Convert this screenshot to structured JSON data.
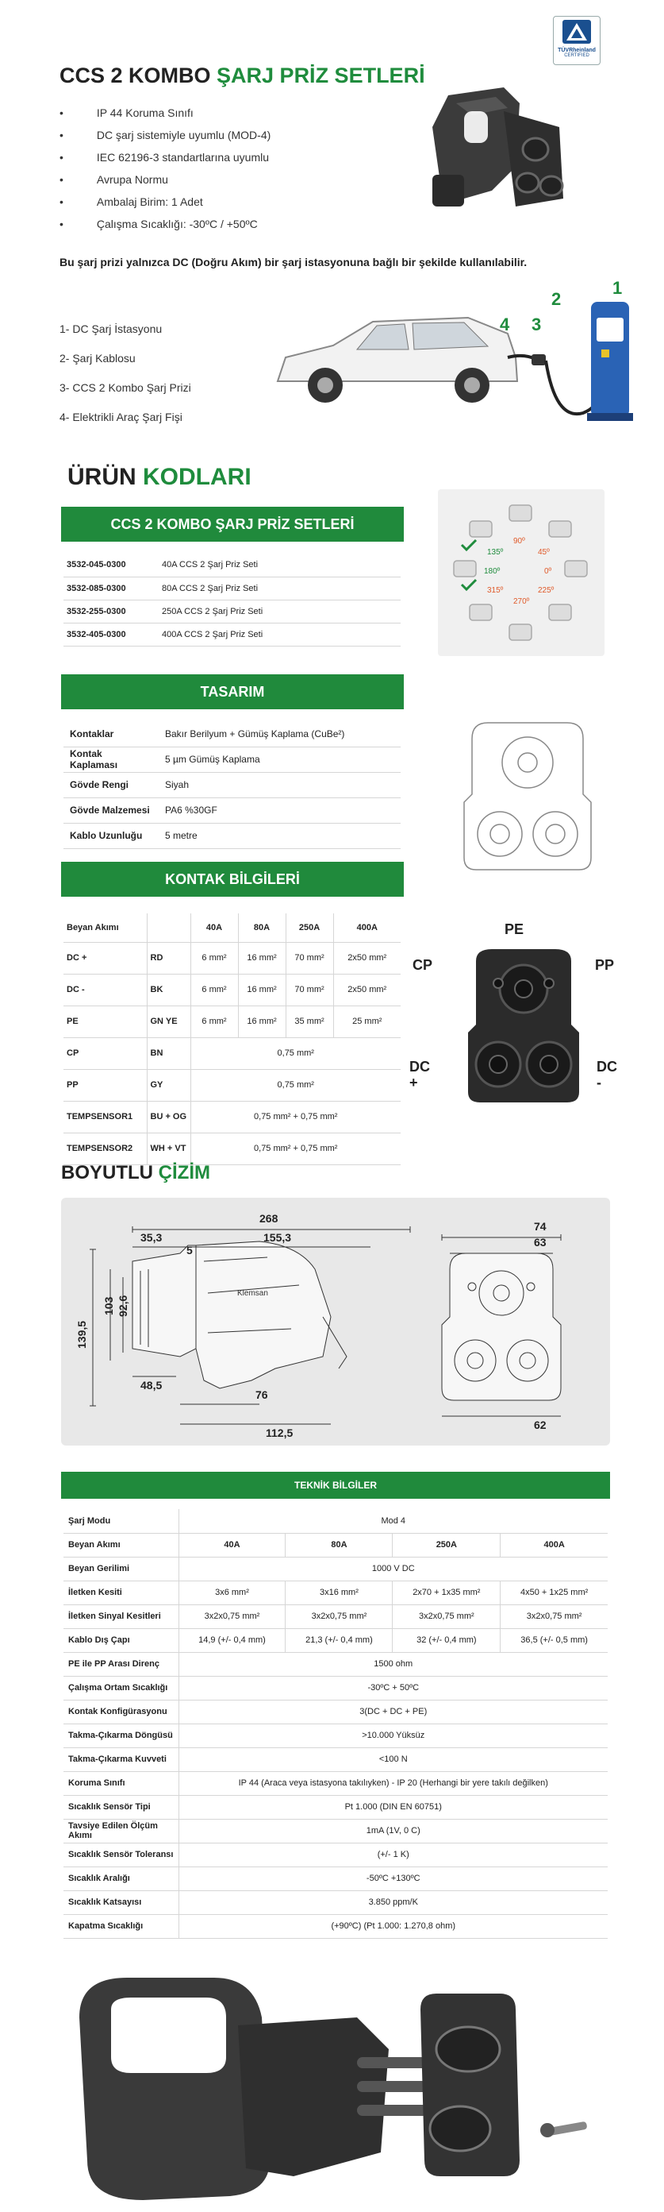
{
  "header": {
    "title_part1": "CCS 2 KOMBO ",
    "title_part2": "ŞARJ PRİZ SETLERİ",
    "cert_text": "TÜVRheinland",
    "cert_sub": "CERTIFIED"
  },
  "features": [
    "IP 44 Koruma Sınıfı",
    "DC şarj sistemiyle uyumlu (MOD-4)",
    "IEC 62196-3 standartlarına uyumlu",
    "Avrupa Normu",
    "Ambalaj Birim: 1 Adet",
    "Çalışma Sıcaklığı: -30ºC / +50ºC"
  ],
  "usage_note": "Bu şarj prizi yalnızca DC (Doğru Akım) bir şarj istasyonuna bağlı bir şekilde kullanılabilir.",
  "diagram": {
    "items": [
      "1- DC Şarj İstasyonu",
      "2- Şarj Kablosu",
      "3- CCS 2 Kombo Şarj Prizi",
      "4- Elektrikli Araç Şarj Fişi"
    ],
    "numbers": [
      "1",
      "2",
      "3",
      "4"
    ]
  },
  "codes": {
    "heading_part1": "ÜRÜN ",
    "heading_part2": "KODLARI",
    "bar": "CCS 2 KOMBO ŞARJ PRİZ SETLERİ",
    "rows": [
      {
        "code": "3532-045-0300",
        "desc": "40A CCS 2 Şarj Priz Seti"
      },
      {
        "code": "3532-085-0300",
        "desc": "80A CCS 2 Şarj Priz Seti"
      },
      {
        "code": "3532-255-0300",
        "desc": "250A CCS 2 Şarj Priz Seti"
      },
      {
        "code": "3532-405-0300",
        "desc": "400A CCS 2 Şarj Priz Seti"
      }
    ],
    "angles": [
      "90º",
      "135º",
      "45º",
      "180º",
      "0º",
      "315º",
      "225º",
      "270º"
    ]
  },
  "design": {
    "bar": "TASARIM",
    "rows": [
      {
        "k": "Kontaklar",
        "v": "Bakır Berilyum + Gümüş Kaplama (CuBe²)"
      },
      {
        "k": "Kontak Kaplaması",
        "v": "5 µm Gümüş Kaplama"
      },
      {
        "k": "Gövde Rengi",
        "v": "Siyah"
      },
      {
        "k": "Gövde Malzemesi",
        "v": "PA6 %30GF"
      },
      {
        "k": "Kablo Uzunluğu",
        "v": "5 metre"
      }
    ]
  },
  "contacts": {
    "bar": "KONTAK BİLGİLERİ",
    "header": [
      "Beyan Akımı",
      "",
      "40A",
      "80A",
      "250A",
      "400A"
    ],
    "rows4": [
      [
        "DC +",
        "RD",
        "6 mm²",
        "16 mm²",
        "70 mm²",
        "2x50 mm²"
      ],
      [
        "DC -",
        "BK",
        "6 mm²",
        "16 mm²",
        "70 mm²",
        "2x50 mm²"
      ],
      [
        "PE",
        "GN YE",
        "6 mm²",
        "16 mm²",
        "35 mm²",
        "25 mm²"
      ]
    ],
    "rows1": [
      [
        "CP",
        "BN",
        "0,75 mm²"
      ],
      [
        "PP",
        "GY",
        "0,75 mm²"
      ],
      [
        "TEMPSENSOR1",
        "BU + OG",
        "0,75 mm² + 0,75 mm²"
      ],
      [
        "TEMPSENSOR2",
        "WH + VT",
        "0,75 mm² + 0,75 mm²"
      ]
    ],
    "labels": {
      "pe": "PE",
      "cp": "CP",
      "pp": "PP",
      "dcl": "DC",
      "dcl_sign": "+",
      "dcr": "DC",
      "dcr_sign": "-"
    }
  },
  "drawing": {
    "heading_part1": "BOYUTLU ",
    "heading_part2": "ÇİZİM",
    "dims": {
      "d268": "268",
      "d353": "35,3",
      "d1553": "155,3",
      "d5": "5",
      "d103": "103",
      "d926": "92,6",
      "d1395": "139,5",
      "d485": "48,5",
      "d76": "76",
      "d1125": "112,5",
      "d74": "74",
      "d63": "63",
      "d62": "62"
    },
    "brand": "Klemsan"
  },
  "tech": {
    "bar": "TEKNİK BİLGİLER",
    "rows": [
      [
        "Şarj Modu",
        "Mod 4"
      ],
      [
        "Beyan Akımı",
        "40A",
        "80A",
        "250A",
        "400A"
      ],
      [
        "Beyan Gerilimi",
        "1000 V DC"
      ],
      [
        "İletken Kesiti",
        "3x6 mm²",
        "3x16 mm²",
        "2x70 + 1x35 mm²",
        "4x50 + 1x25 mm²"
      ],
      [
        "İletken Sinyal Kesitleri",
        "3x2x0,75 mm²",
        "3x2x0,75 mm²",
        "3x2x0,75 mm²",
        "3x2x0,75 mm²"
      ],
      [
        "Kablo Dış Çapı",
        "14,9 (+/- 0,4 mm)",
        "21,3 (+/- 0,4 mm)",
        "32 (+/- 0,4 mm)",
        "36,5 (+/- 0,5 mm)"
      ],
      [
        "PE ile PP Arası Direnç",
        "1500 ohm"
      ],
      [
        "Çalışma Ortam Sıcaklığı",
        "-30ºC + 50ºC"
      ],
      [
        "Kontak Konfigürasyonu",
        "3(DC + DC + PE)"
      ],
      [
        "Takma-Çıkarma Döngüsü",
        ">10.000 Yüksüz"
      ],
      [
        "Takma-Çıkarma Kuvveti",
        "<100 N"
      ],
      [
        "Koruma Sınıfı",
        "IP 44 (Araca veya istasyona takılıyken) - IP 20 (Herhangi bir yere takılı değilken)"
      ],
      [
        "Sıcaklık Sensör Tipi",
        "Pt 1.000 (DIN EN 60751)"
      ],
      [
        "Tavsiye Edilen Ölçüm Akımı",
        "1mA (1V, 0 C)"
      ],
      [
        "Sıcaklık Sensör Toleransı",
        "(+/- 1 K)"
      ],
      [
        "Sıcaklık Aralığı",
        "-50ºC +130ºC"
      ],
      [
        "Sıcaklık Katsayısı",
        "3.850 ppm/K"
      ],
      [
        "Kapatma Sıcaklığı",
        "(+90ºC) (Pt 1.000: 1.270,8 ohm)"
      ]
    ]
  },
  "colors": {
    "green": "#208a3c",
    "dark": "#333333"
  }
}
